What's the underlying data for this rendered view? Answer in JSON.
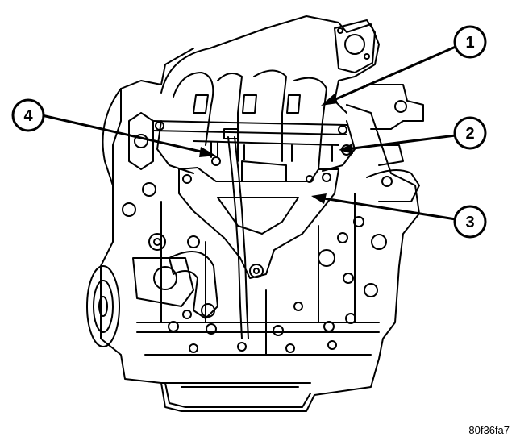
{
  "callouts": [
    {
      "label": "1"
    },
    {
      "label": "2"
    },
    {
      "label": "3"
    },
    {
      "label": "4"
    }
  ],
  "figure_id": "80f36fa7",
  "colors": {
    "line": "#000000",
    "background": "#ffffff"
  }
}
